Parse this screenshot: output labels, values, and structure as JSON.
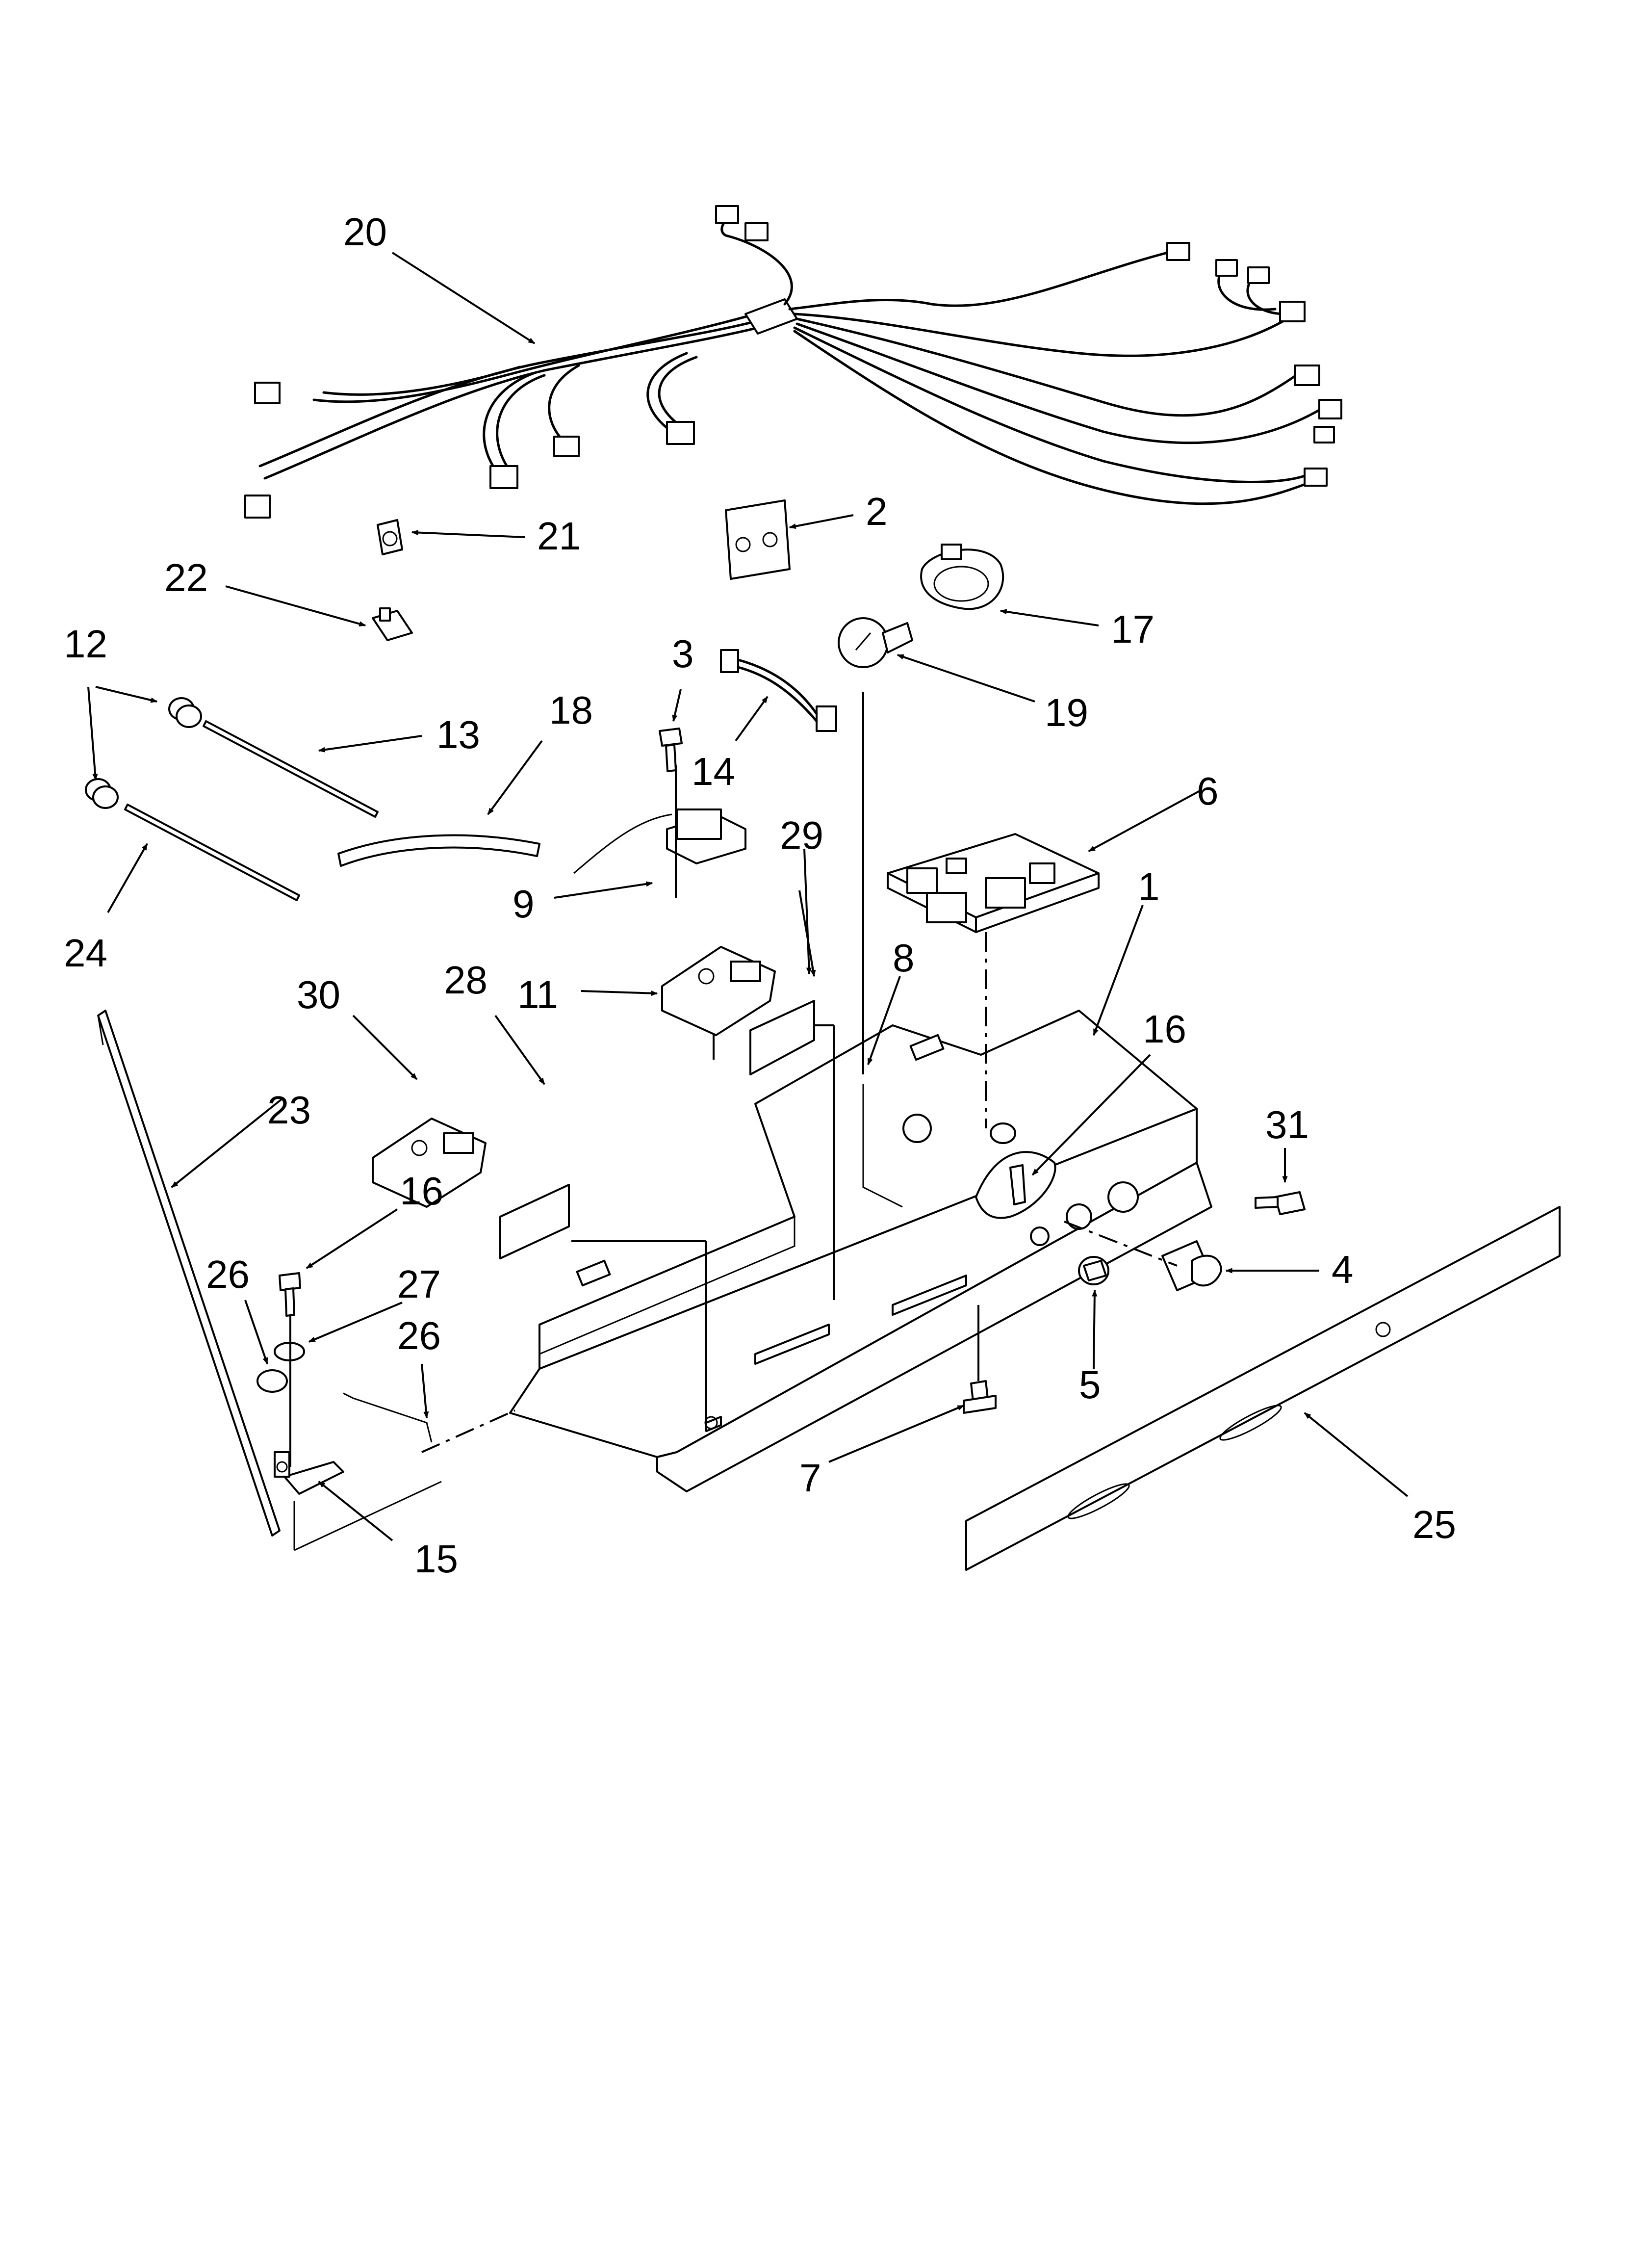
{
  "diagram": {
    "callouts": [
      {
        "id": "c1",
        "label": "1"
      },
      {
        "id": "c2",
        "label": "2"
      },
      {
        "id": "c3",
        "label": "3"
      },
      {
        "id": "c4",
        "label": "4"
      },
      {
        "id": "c5",
        "label": "5"
      },
      {
        "id": "c6",
        "label": "6"
      },
      {
        "id": "c7",
        "label": "7"
      },
      {
        "id": "c8",
        "label": "8"
      },
      {
        "id": "c9",
        "label": "9"
      },
      {
        "id": "c11",
        "label": "11"
      },
      {
        "id": "c12",
        "label": "12"
      },
      {
        "id": "c13",
        "label": "13"
      },
      {
        "id": "c14",
        "label": "14"
      },
      {
        "id": "c15",
        "label": "15"
      },
      {
        "id": "c16a",
        "label": "16"
      },
      {
        "id": "c16b",
        "label": "16"
      },
      {
        "id": "c17",
        "label": "17"
      },
      {
        "id": "c18",
        "label": "18"
      },
      {
        "id": "c19",
        "label": "19"
      },
      {
        "id": "c20",
        "label": "20"
      },
      {
        "id": "c21",
        "label": "21"
      },
      {
        "id": "c22",
        "label": "22"
      },
      {
        "id": "c23",
        "label": "23"
      },
      {
        "id": "c24",
        "label": "24"
      },
      {
        "id": "c25",
        "label": "25"
      },
      {
        "id": "c26a",
        "label": "26"
      },
      {
        "id": "c26b",
        "label": "26"
      },
      {
        "id": "c27",
        "label": "27"
      },
      {
        "id": "c28",
        "label": "28"
      },
      {
        "id": "c29",
        "label": "29"
      },
      {
        "id": "c30",
        "label": "30"
      },
      {
        "id": "c31",
        "label": "31"
      }
    ]
  }
}
